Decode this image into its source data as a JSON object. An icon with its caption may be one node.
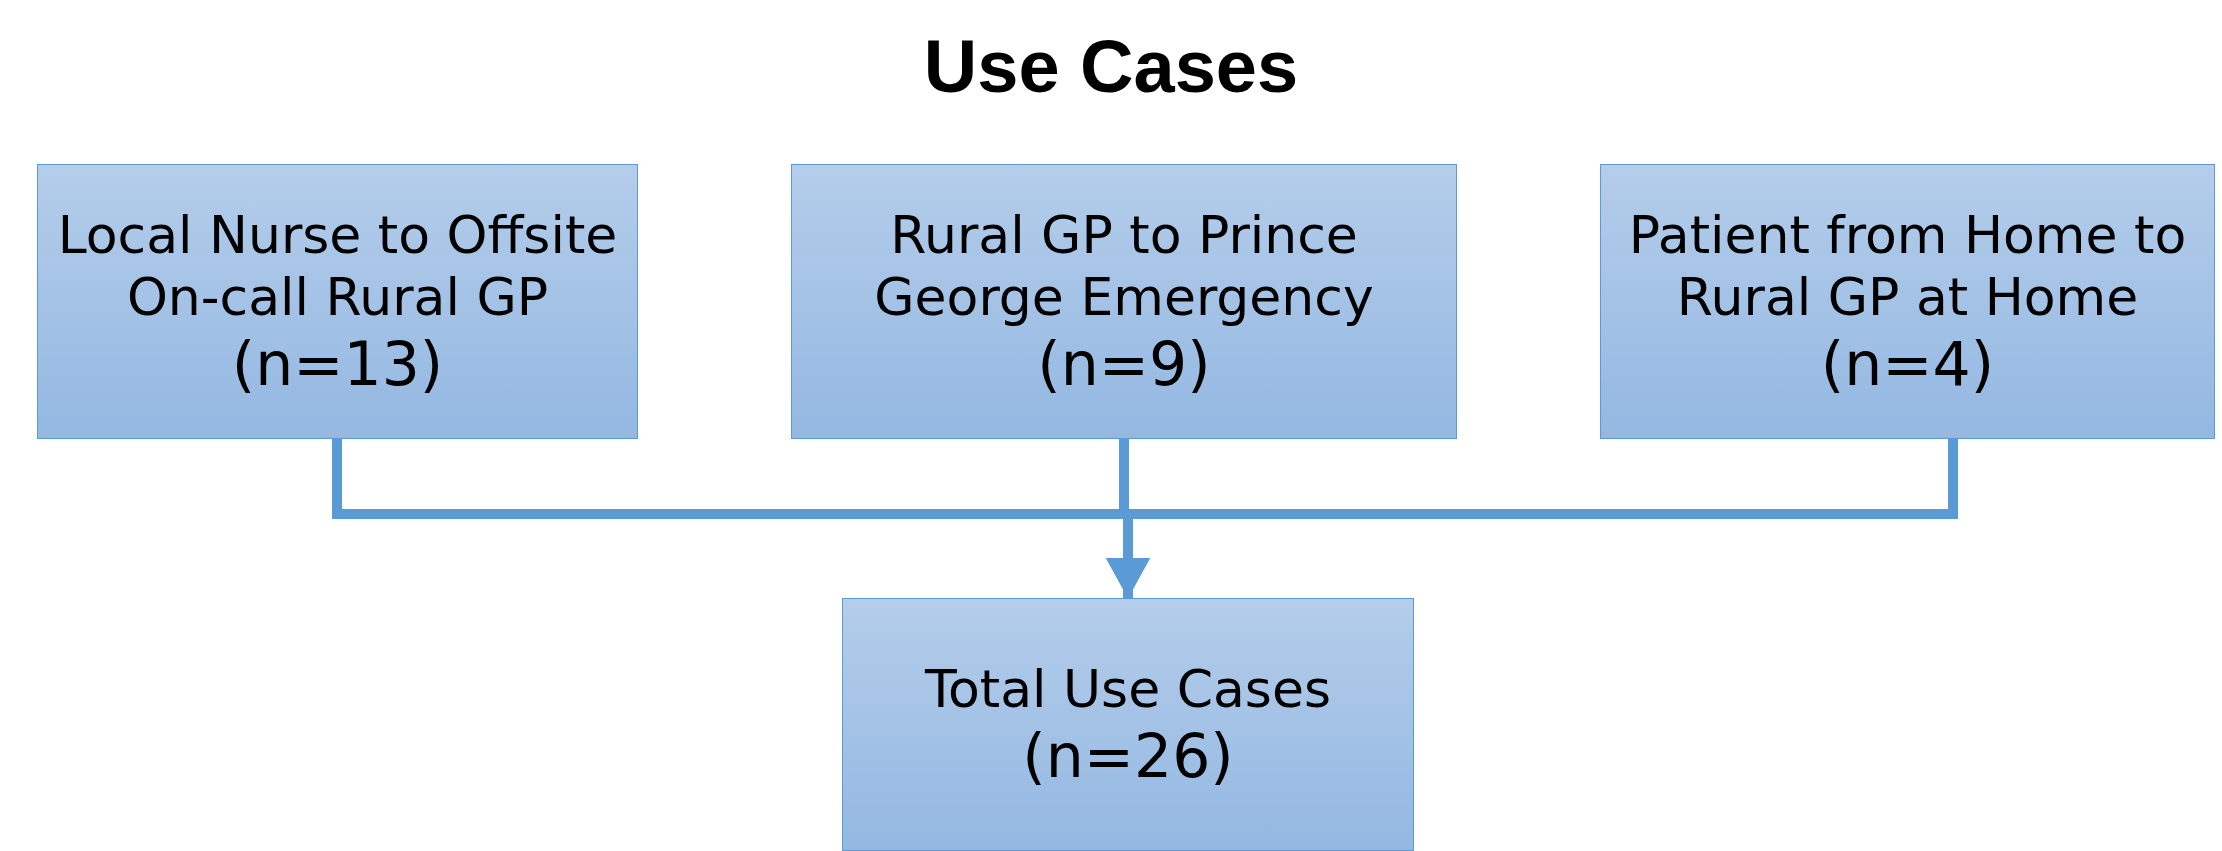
{
  "diagram": {
    "title": "Use Cases",
    "nodes": [
      {
        "text": [
          "Local Nurse to Offsite On-call Rural GP",
          "(n=13)"
        ]
      },
      {
        "text": [
          "Rural GP to Prince George Emergency",
          "(n=9)"
        ]
      },
      {
        "text": [
          "Patient from Home to Rural GP at Home",
          "(n=4)"
        ]
      },
      {
        "text": [
          "Total Use Cases",
          "(n=26)"
        ]
      }
    ],
    "edges": [
      {
        "from": 0,
        "to": 3,
        "arrow": "to"
      },
      {
        "from": 1,
        "to": 3,
        "arrow": "to"
      },
      {
        "from": 2,
        "to": 3,
        "arrow": "to"
      }
    ]
  }
}
